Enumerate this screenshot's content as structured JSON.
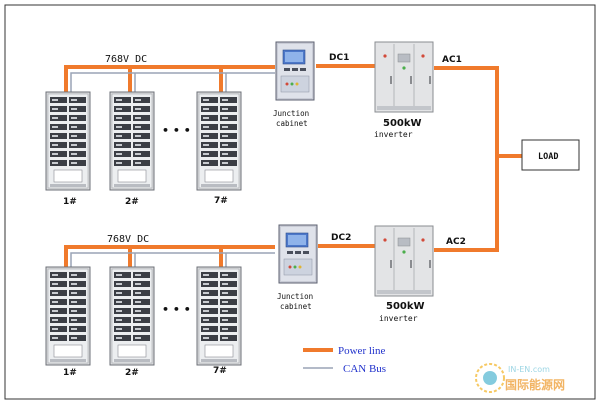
{
  "colors": {
    "power": "#f07a2c",
    "can": "#9aa4b6",
    "border": "#333333",
    "text": "#111111",
    "legend_power": "#2233cc",
    "legend_can": "#2233cc"
  },
  "top": {
    "dc_bus_label": "768V DC",
    "battery_labels": [
      "1#",
      "2#",
      "7#"
    ],
    "ellipsis": "• • •",
    "junction_label_line1": "Junction",
    "junction_label_line2": "cabinet",
    "dc_label": "DC1",
    "ac_label": "AC1",
    "inverter_power": "500kW",
    "inverter_label": "inverter"
  },
  "bottom": {
    "dc_bus_label": "768V DC",
    "battery_labels": [
      "1#",
      "2#",
      "7#"
    ],
    "ellipsis": "• • •",
    "junction_label_line1": "Junction",
    "junction_label_line2": "cabinet",
    "dc_label": "DC2",
    "ac_label": "AC2",
    "inverter_power": "500kW",
    "inverter_label": "inverter"
  },
  "load": {
    "label": "LOAD"
  },
  "legend": {
    "power_line": "Power line",
    "can_bus": "CAN Bus"
  },
  "watermark": {
    "domain": "IN-EN.com",
    "name": "国际能源网"
  }
}
